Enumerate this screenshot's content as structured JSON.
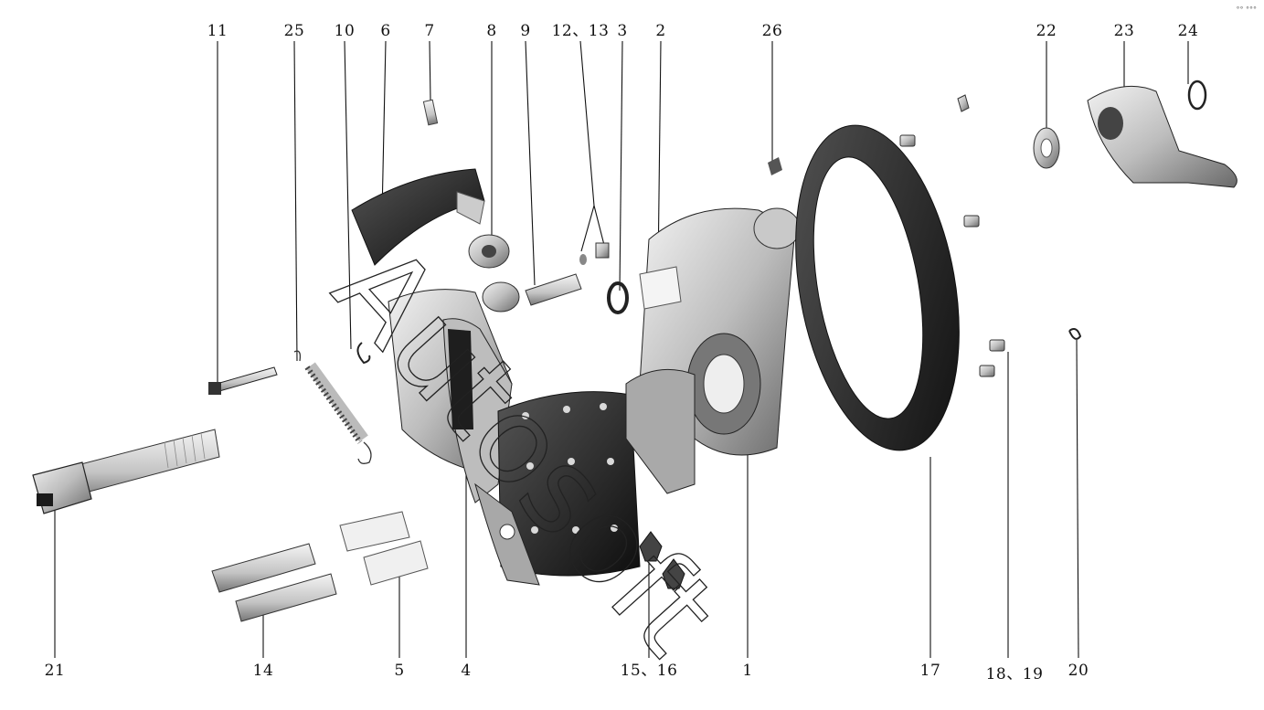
{
  "labels": {
    "l11": "11",
    "l25": "25",
    "l10": "10",
    "l6": "6",
    "l7": "7",
    "l8": "8",
    "l9": "9",
    "l12_13": "12、13",
    "l3": "3",
    "l2": "2",
    "l26": "26",
    "l22": "22",
    "l23": "23",
    "l24": "24",
    "l21": "21",
    "l14": "14",
    "l5": "5",
    "l4": "4",
    "l15_16": "15、16",
    "l1": "1",
    "l17": "17",
    "l18_19": "18、19",
    "l20": "20"
  },
  "watermark": {
    "text": "Autosoft",
    "color": "#222222"
  },
  "corner_mark": "°° °°°",
  "colors": {
    "part_dark": "#1c1c1c",
    "part_mid": "#8a8a8a",
    "part_light": "#d9d9d9",
    "line": "#111111"
  }
}
